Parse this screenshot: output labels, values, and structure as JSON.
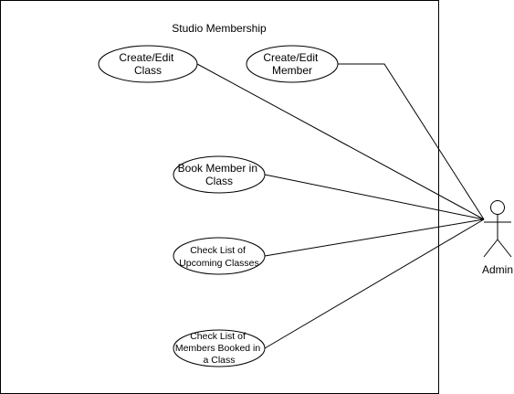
{
  "system": {
    "title": "Studio Membership"
  },
  "actor": {
    "name": "Admin"
  },
  "use_cases": [
    {
      "id": "create-edit-class",
      "lines": [
        "Create/Edit",
        "Class"
      ]
    },
    {
      "id": "create-edit-member",
      "lines": [
        "Create/Edit",
        "Member"
      ]
    },
    {
      "id": "book-member-in-class",
      "lines": [
        "Book Member in",
        "Class"
      ]
    },
    {
      "id": "check-upcoming-classes",
      "lines": [
        "Check List of",
        "Upcoming Classes"
      ]
    },
    {
      "id": "check-members-booked",
      "lines": [
        "Check List of",
        "Members Booked in",
        "a Class"
      ]
    }
  ],
  "associations": [
    {
      "from": "create-edit-class",
      "to": "actor"
    },
    {
      "from": "create-edit-member",
      "to": "actor"
    },
    {
      "from": "book-member-in-class",
      "to": "actor"
    },
    {
      "from": "check-upcoming-classes",
      "to": "actor"
    },
    {
      "from": "check-members-booked",
      "to": "actor"
    }
  ]
}
